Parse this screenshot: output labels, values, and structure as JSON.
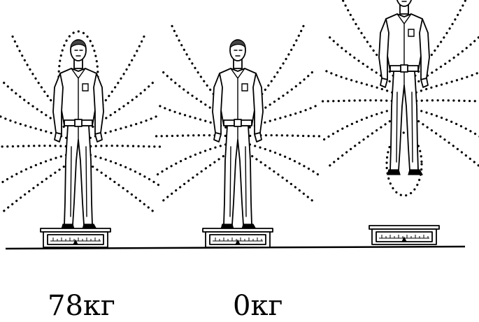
{
  "figures": [
    {
      "id": "standing-on-scale",
      "weight_label": "78кг",
      "state": "standing"
    },
    {
      "id": "weightless-on-scale",
      "weight_label": "0кг",
      "state": "standing"
    },
    {
      "id": "floating-above-scale",
      "weight_label": "",
      "state": "floating"
    }
  ],
  "colors": {
    "ink": "#000000",
    "background": "#ffffff"
  }
}
